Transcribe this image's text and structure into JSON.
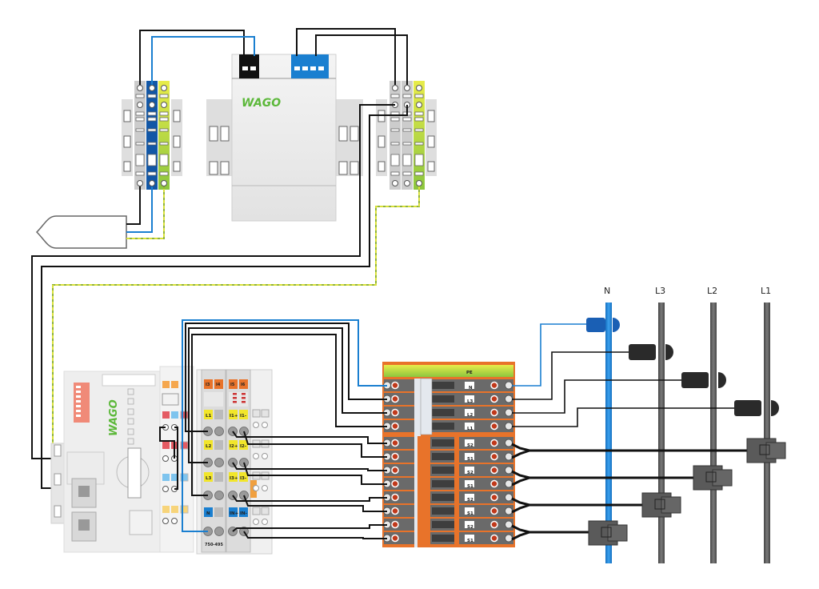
{
  "diagram": {
    "title": "WAGO energy measurement wiring",
    "brand": "WAGO",
    "power_supply": {
      "name": "power-supply-module",
      "brand": "WAGO"
    },
    "controller": {
      "name": "fieldbus-controller",
      "brand": "WAGO"
    },
    "io_module": {
      "part_number": "750-495",
      "top_labels": [
        "I3",
        "I4",
        "I5",
        "I6"
      ],
      "rows": [
        {
          "left": "L1",
          "right_a": "I1+",
          "right_b": "I1-"
        },
        {
          "left": "L2",
          "right_a": "I2+",
          "right_b": "I2-"
        },
        {
          "left": "L3",
          "right_a": "I3+",
          "right_b": "I3-"
        },
        {
          "left": "N",
          "right_a": "IN+",
          "right_b": "IN-"
        }
      ]
    },
    "terminal_strip": {
      "voltage_rows": [
        "PE",
        "N",
        "L3",
        "L2",
        "L1"
      ],
      "ct_rows": [
        "S2",
        "S1",
        "S2",
        "S1",
        "S2",
        "S1",
        "S2",
        "S1"
      ]
    },
    "conductors": [
      "N",
      "L3",
      "L2",
      "L1"
    ],
    "colors": {
      "wire_black": "#111111",
      "wire_blue": "#1a7fd0",
      "pe_green": "#5a9a3c",
      "pe_yellow": "#d9e13a",
      "terminal_orange": "#e8732a",
      "module_grey": "#e4e4e4",
      "neutral_bar": "#1e88d8",
      "phase_bar": "#555555",
      "brand_green": "#5cb83a"
    }
  }
}
